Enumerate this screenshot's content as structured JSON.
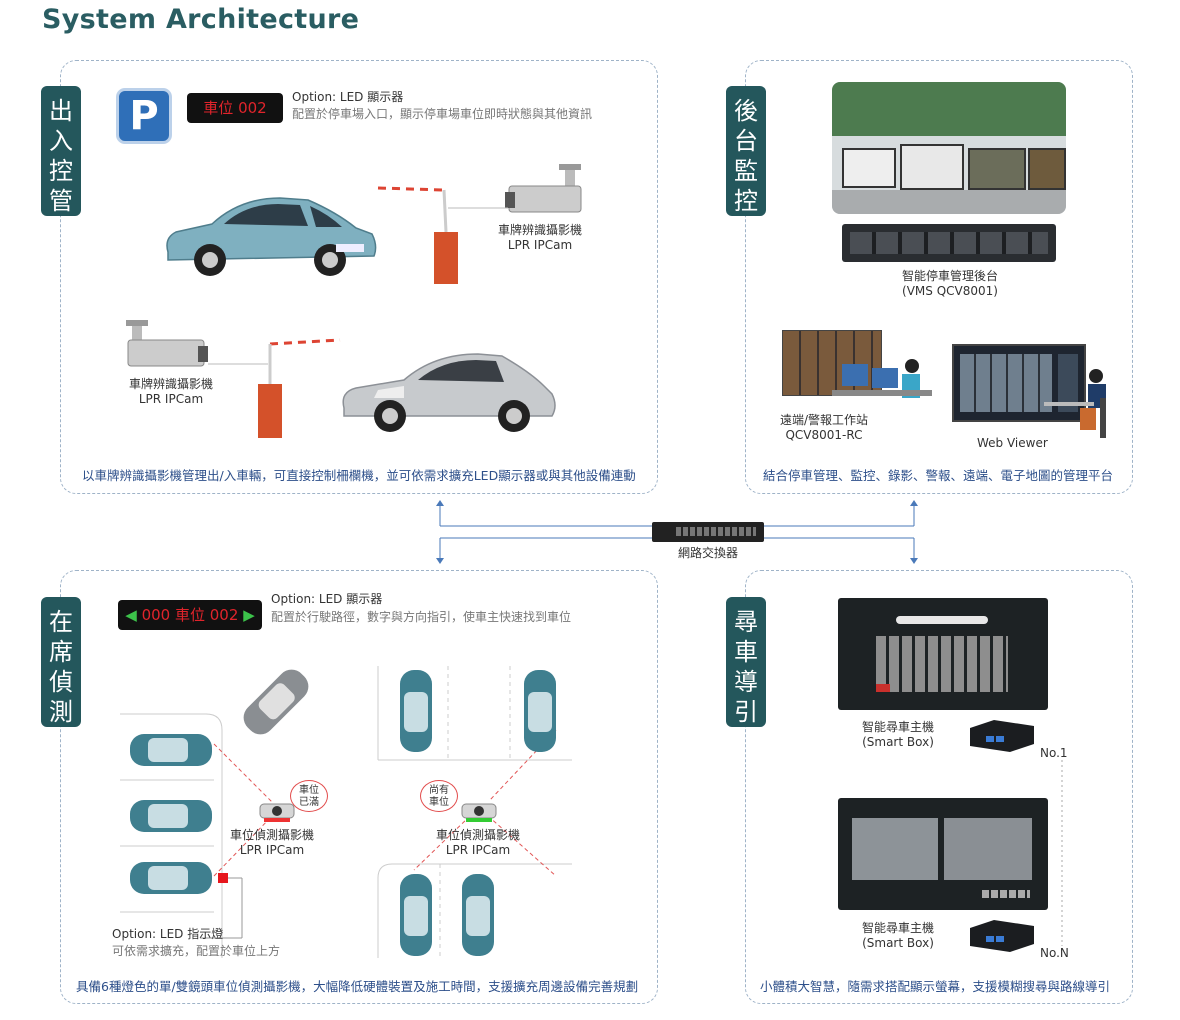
{
  "title": "System Architecture",
  "entry": {
    "label": [
      "出",
      "入",
      "控",
      "管"
    ],
    "p_letter": "P",
    "led_text": "車位 002",
    "led_option_title": "Option: LED 顯示器",
    "led_option_desc": "配置於停車場入口，顯示停車場車位即時狀態與其他資訊",
    "cam1_label": "車牌辨識攝影機",
    "cam1_sub": "LPR IPCam",
    "cam2_label": "車牌辨識攝影機",
    "cam2_sub": "LPR IPCam",
    "caption": "以車牌辨識攝影機管理出/入車輛，可直接控制柵欄機，並可依需求擴充LED顯示器或與其他設備連動"
  },
  "monitor": {
    "label": [
      "後",
      "台",
      "監",
      "控"
    ],
    "server_label": "智能停車管理後台",
    "server_sub": "(VMS QCV8001)",
    "workstation_label": "遠端/警報工作站",
    "workstation_sub": "QCV8001-RC",
    "webviewer_label": "Web Viewer",
    "caption": "結合停車管理、監控、錄影、警報、遠端、電子地圖的管理平台"
  },
  "switch": {
    "label": "網路交換器"
  },
  "presence": {
    "label": [
      "在",
      "席",
      "偵",
      "測"
    ],
    "led_text": "000 車位 002",
    "led_option_title": "Option: LED 顯示器",
    "led_option_desc": "配置於行駛路徑，數字與方向指引，使車主快速找到車位",
    "bubble_full": [
      "車位",
      "已滿"
    ],
    "bubble_free": [
      "尚有",
      "車位"
    ],
    "cam1_label": "車位偵測攝影機",
    "cam1_sub": "LPR IPCam",
    "cam2_label": "車位偵測攝影機",
    "cam2_sub": "LPR IPCam",
    "indicator_title": "Option: LED 指示燈",
    "indicator_desc": "可依需求擴充，配置於車位上方",
    "caption": "具備6種燈色的單/雙鏡頭車位偵測攝影機，大幅降低硬體裝置及施工時間，支援擴充周邊設備完善規劃"
  },
  "finder": {
    "label": [
      "尋",
      "車",
      "導",
      "引"
    ],
    "box1_label": "智能尋車主機",
    "box1_sub": "(Smart Box)",
    "box1_no": "No.1",
    "box2_label": "智能尋車主機",
    "box2_sub": "(Smart Box)",
    "box2_no": "No.N",
    "caption": "小體積大智慧，隨需求搭配顯示螢幕，支援模糊搜尋與路線導引"
  },
  "colors": {
    "accent": "#24575c",
    "caption": "#2d4f8a",
    "led_red": "#e0242b",
    "car_blue": "#3f7f8f",
    "barrier_orange": "#d4512a"
  }
}
